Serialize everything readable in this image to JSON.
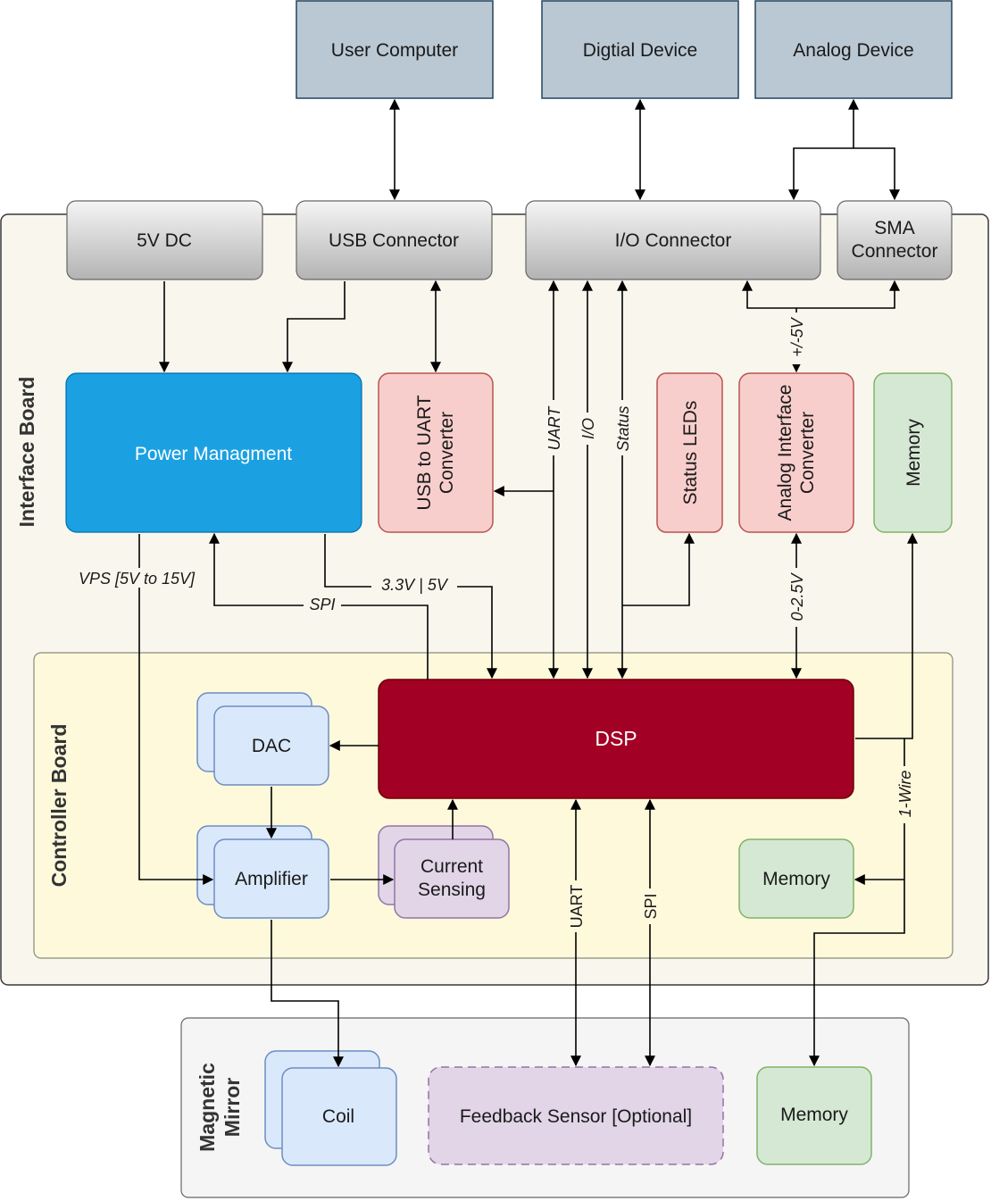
{
  "external": {
    "user_computer": "User Computer",
    "digital_device": "Digtial Device",
    "analog_device": "Analog Device"
  },
  "connectors": {
    "dc_5v": "5V DC",
    "usb": "USB Connector",
    "io": "I/O Connector",
    "sma_line1": "SMA",
    "sma_line2": "Connector"
  },
  "interface_board": {
    "title": "Interface Board",
    "power_management": "Power Managment",
    "usb_uart_line1": "USB to UART",
    "usb_uart_line2": "Converter",
    "status_leds": "Status LEDs",
    "analog_if_line1": "Analog Interface",
    "analog_if_line2": "Converter",
    "memory": "Memory"
  },
  "controller_board": {
    "title": "Controller Board",
    "dsp": "DSP",
    "dac": "DAC",
    "amplifier": "Amplifier",
    "current_sensing_line1": "Current",
    "current_sensing_line2": "Sensing",
    "memory": "Memory"
  },
  "magnetic_mirror": {
    "title_line1": "Magnetic",
    "title_line2": "Mirror",
    "coil": "Coil",
    "feedback_sensor": "Feedback Sensor [Optional]",
    "memory": "Memory"
  },
  "signals": {
    "uart": "UART",
    "io": "I/O",
    "status": "Status",
    "pm5v": "+/-5V",
    "vps": "VPS [5V to 15V]",
    "spi": "SPI",
    "v33_5": "3.3V | 5V",
    "v0_25": "0-2.5V",
    "one_wire": "1-Wire",
    "uart_bottom": "UART",
    "spi_bottom": "SPI"
  },
  "colors": {
    "external_fill": "#bac8d3",
    "external_stroke": "#23445d",
    "connector_stroke": "#666666",
    "power_fill": "#1ba1e2",
    "red_fill": "#f8cecc",
    "red_stroke": "#b85450",
    "green_fill": "#d5e8d4",
    "green_stroke": "#82b366",
    "blue_fill": "#dae8fc",
    "blue_stroke": "#6c8ebf",
    "purple_fill": "#e1d5e7",
    "purple_stroke": "#9673a6",
    "dsp_fill": "#a20025",
    "board_fill": "#f9f7ed",
    "controller_fill": "#fff9dc",
    "mirror_fill": "#f5f5f5"
  }
}
